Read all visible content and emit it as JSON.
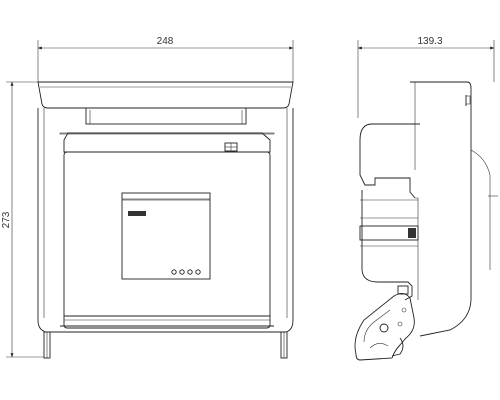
{
  "dimensions": {
    "front_width": "248",
    "side_depth": "139.3",
    "height": "273"
  },
  "colors": {
    "line": "#222222",
    "background": "#ffffff"
  }
}
